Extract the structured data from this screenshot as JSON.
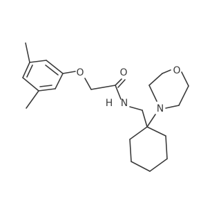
{
  "molecule": {
    "atoms": {
      "ether_oxygen": "O",
      "carbonyl_oxygen": "O",
      "amide_nitrogen": "N",
      "amide_hydrogen": "H",
      "morpholine_nitrogen": "N",
      "morpholine_oxygen": "O"
    }
  }
}
